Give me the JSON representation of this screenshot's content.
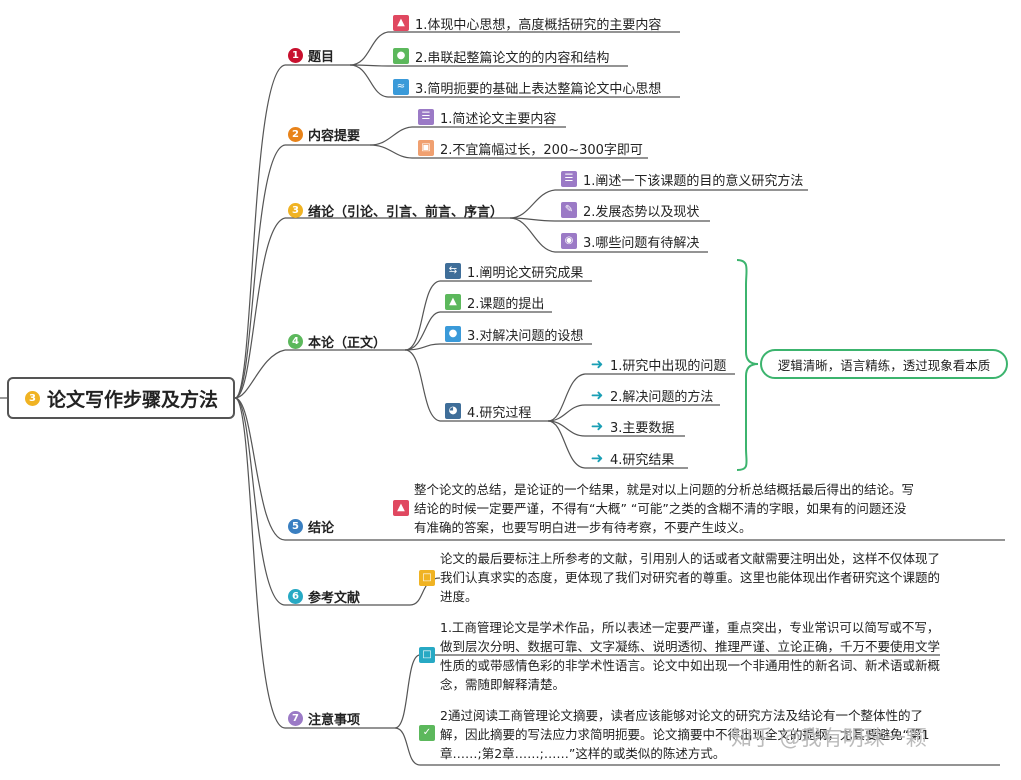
{
  "root": {
    "number": "3",
    "title": "论文写作步骤及方法"
  },
  "colors": {
    "red": "#c8102e",
    "orange": "#e8831a",
    "yellow": "#f0b323",
    "green": "#5cb85c",
    "blue": "#3a7fc1",
    "teal": "#27a9c4",
    "purple": "#9b7ac6",
    "connector": "#555555",
    "bracket": "#3cb46e"
  },
  "branches": [
    {
      "number": "1",
      "label": "题目",
      "leaves": [
        {
          "icon": "thumbs-up-icon",
          "text": "1.体现中心思想，高度概括研究的主要内容"
        },
        {
          "icon": "globe-icon",
          "text": "2.串联起整篇论文的的内容和结构"
        },
        {
          "icon": "chart-line-icon",
          "text": "3.简明扼要的基础上表达整篇论文中心思想"
        }
      ]
    },
    {
      "number": "2",
      "label": "内容提要",
      "leaves": [
        {
          "icon": "list-icon",
          "text": "1.简述论文主要内容"
        },
        {
          "icon": "factory-icon",
          "text": "2.不宜篇幅过长，200~300字即可"
        }
      ]
    },
    {
      "number": "3",
      "label": "绪论（引论、引言、前言、序言）",
      "leaves": [
        {
          "icon": "list-icon",
          "text": "1.阐述一下该课题的目的意义研究方法"
        },
        {
          "icon": "pencil-icon",
          "text": "2.发展态势以及现状"
        },
        {
          "icon": "cake-icon",
          "text": "3.哪些问题有待解决"
        }
      ]
    },
    {
      "number": "4",
      "label": "本论（正文）",
      "leaves": [
        {
          "icon": "handshake-icon",
          "text": "1.阐明论文研究成果"
        },
        {
          "icon": "rocket-icon",
          "text": "2.课题的提出"
        },
        {
          "icon": "people-icon",
          "text": "3.对解决问题的设想"
        },
        {
          "icon": "pie-chart-icon",
          "text": "4.研究过程",
          "children": [
            {
              "icon": "arrow-right-icon",
              "text": "1.研究中出现的问题"
            },
            {
              "icon": "arrow-right-icon",
              "text": "2.解决问题的方法"
            },
            {
              "icon": "arrow-right-icon",
              "text": "3.主要数据"
            },
            {
              "icon": "arrow-right-icon",
              "text": "4.研究结果"
            }
          ]
        }
      ],
      "summary": "逻辑清晰，语言精练，透过现象看本质"
    },
    {
      "number": "5",
      "label": "结论",
      "icon": "thumbs-up-icon",
      "paragraph": "整个论文的总结，是论证的一个结果，就是对以上问题的分析总结概括最后得出的结论。写结论的时候一定要严谨，不得有“大概” “可能”之类的含糊不清的字眼，如果有的问题还没有准确的答案，也要写明白进一步有待考察，不要产生歧义。"
    },
    {
      "number": "6",
      "label": "参考文献",
      "icon": "folder-icon",
      "paragraph": "论文的最后要标注上所参考的文献，引用别人的话或者文献需要注明出处，这样不仅体现了我们认真求实的态度，更体现了我们对研究者的尊重。这里也能体现出作者研究这个课题的进度。"
    },
    {
      "number": "7",
      "label": "注意事项",
      "items": [
        {
          "icon": "square-icon",
          "paragraph": "1.工商管理论文是学术作品，所以表述一定要严谨，重点突出，专业常识可以简写或不写，做到层次分明、数据可靠、文字凝练、说明透彻、推理严谨、立论正确，千万不要使用文学性质的或带感情色彩的非学术性语言。论文中如出现一个非通用性的新名词、新术语或新概念，需随即解释清楚。"
        },
        {
          "icon": "check-icon",
          "paragraph": "2通过阅读工商管理论文摘要，读者应该能够对论文的研究方法及结论有一个整体性的了解，因此摘要的写法应力求简明扼要。论文摘要中不得出现全文的提纲，尤其要避免“第1章……;第2章……;……”这样的或类似的陈述方式。"
        }
      ]
    }
  ],
  "watermark": "知乎 @我有明珠一颗"
}
